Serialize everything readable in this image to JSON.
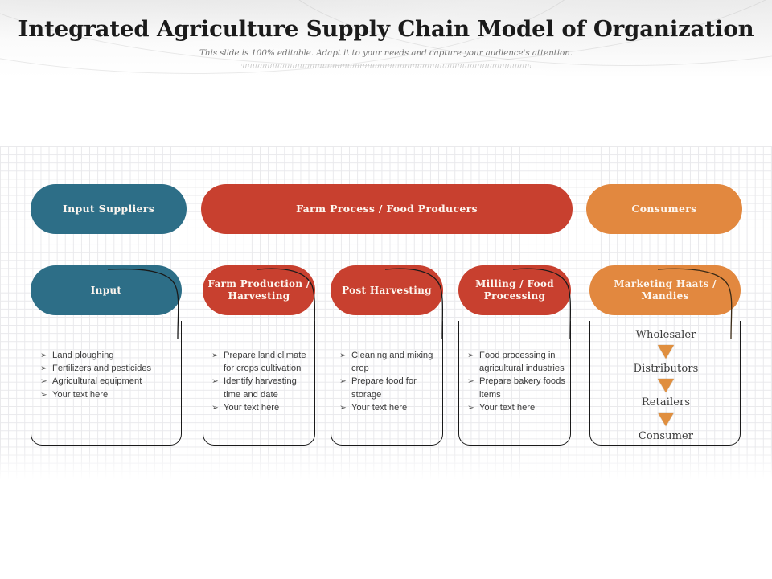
{
  "header": {
    "title": "Integrated Agriculture Supply Chain Model of Organization",
    "subtitle": "This slide is 100% editable. Adapt it to your needs and capture your audience's attention."
  },
  "colors": {
    "teal": "#2d6e87",
    "red": "#c8402f",
    "orange": "#e2883f",
    "arrow": "#e08f3f",
    "text_dark": "#1b1b1b",
    "body_text": "#3c3c3c",
    "grid_line": "#e9e9ec"
  },
  "top_row": [
    {
      "label": "Input Suppliers",
      "color": "teal"
    },
    {
      "label": "Farm Process / Food Producers",
      "color": "red"
    },
    {
      "label": "Consumers",
      "color": "orange"
    }
  ],
  "columns": [
    {
      "heading": "Input",
      "color": "teal",
      "bullet_marker": "➢",
      "bullets": [
        "Land ploughing",
        "Fertilizers and pesticides",
        "Agricultural equipment",
        "Your text here"
      ]
    },
    {
      "heading": "Farm Production / Harvesting",
      "color": "red",
      "bullet_marker": "➢",
      "bullets": [
        "Prepare land climate for crops cultivation",
        "Identify harvesting time and date",
        "Your text here"
      ]
    },
    {
      "heading": "Post Harvesting",
      "color": "red",
      "bullet_marker": "➢",
      "bullets": [
        "Cleaning and mixing crop",
        "Prepare food for storage",
        "Your text here"
      ]
    },
    {
      "heading": "Milling / Food Processing",
      "color": "red",
      "bullet_marker": "➢",
      "bullets": [
        "Food processing in agricultural industries",
        "Prepare bakery foods items",
        "Your text here"
      ]
    },
    {
      "heading": "Marketing Haats / Mandies",
      "color": "orange",
      "chain": [
        "Wholesaler",
        "Distributors",
        "Retailers",
        "Consumer"
      ]
    }
  ]
}
